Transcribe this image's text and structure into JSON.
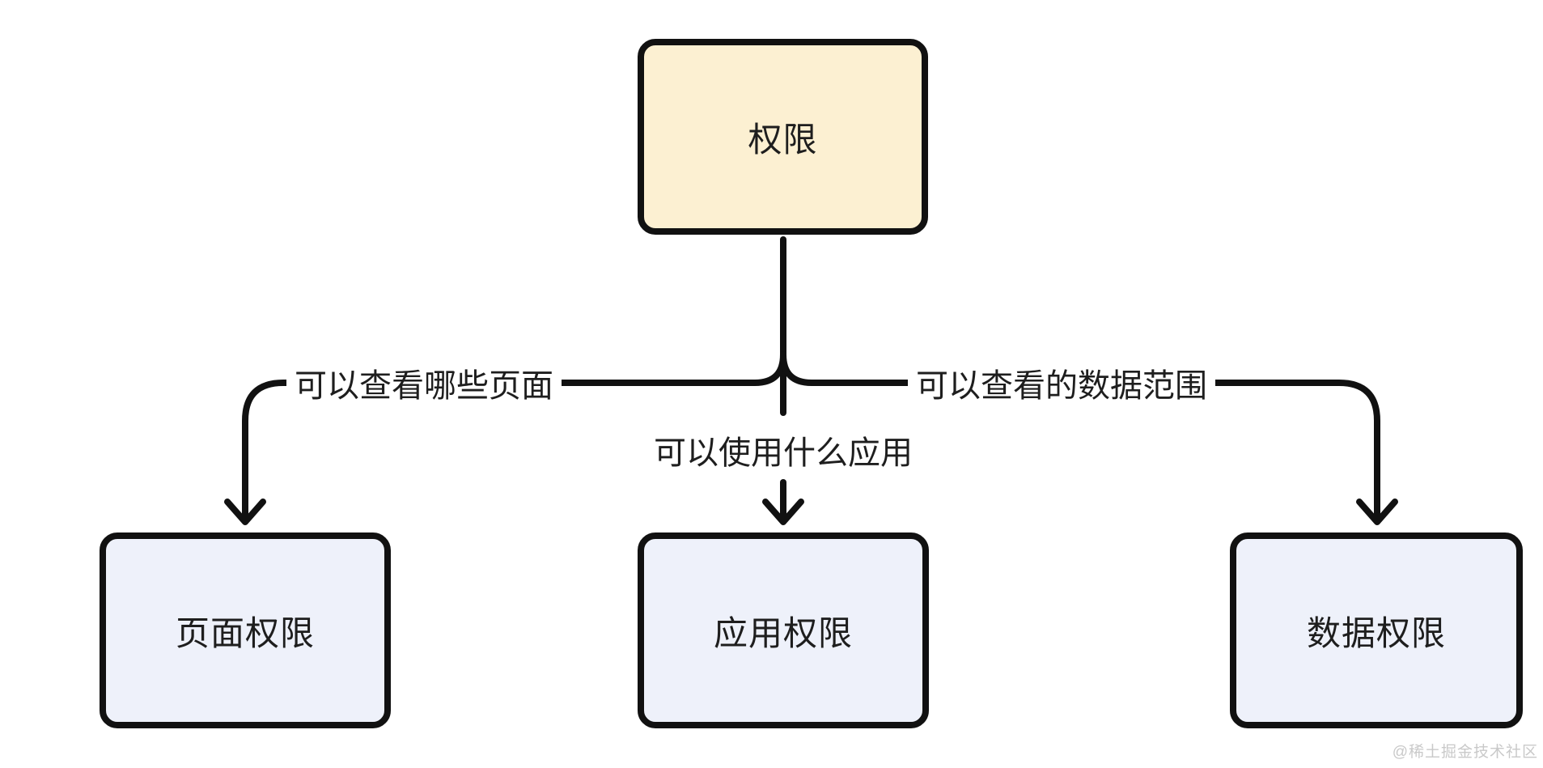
{
  "diagram": {
    "root": {
      "label": "权限"
    },
    "children": [
      {
        "label": "页面权限",
        "edge_label": "可以查看哪些页面"
      },
      {
        "label": "应用权限",
        "edge_label": "可以使用什么应用"
      },
      {
        "label": "数据权限",
        "edge_label": "可以查看的数据范围"
      }
    ]
  },
  "colors": {
    "canvasBg": "#ffffff",
    "stroke": "#111111",
    "text": "#1e1e1e",
    "rootFill": "#fcf0d2",
    "childFill": "#eef1fa",
    "watermark": "#c9c9c9"
  },
  "watermark": {
    "text": "@稀土掘金技术社区"
  }
}
